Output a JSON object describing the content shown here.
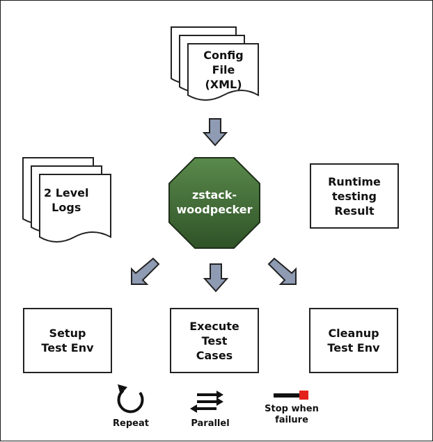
{
  "config_file": {
    "label": "Config\nFile\n(XML)"
  },
  "logs": {
    "label": "2 Level\nLogs"
  },
  "core": {
    "label": "zstack-\nwoodpecker"
  },
  "runtime": {
    "label": "Runtime\ntesting\nResult"
  },
  "setup": {
    "label": "Setup\nTest Env"
  },
  "execute": {
    "label": "Execute\nTest\nCases"
  },
  "cleanup": {
    "label": "Cleanup\nTest Env"
  },
  "legend": {
    "repeat": {
      "label": "Repeat",
      "icon": "repeat-icon"
    },
    "parallel": {
      "label": "Parallel",
      "icon": "parallel-icon"
    },
    "stop": {
      "label": "Stop when\nfailure",
      "icon": "stop-when-failure-icon"
    }
  },
  "colors": {
    "octagon_fill": "#3e6634",
    "arrow_fill": "#8e9bb3",
    "stop_marker": "#e3221b"
  }
}
